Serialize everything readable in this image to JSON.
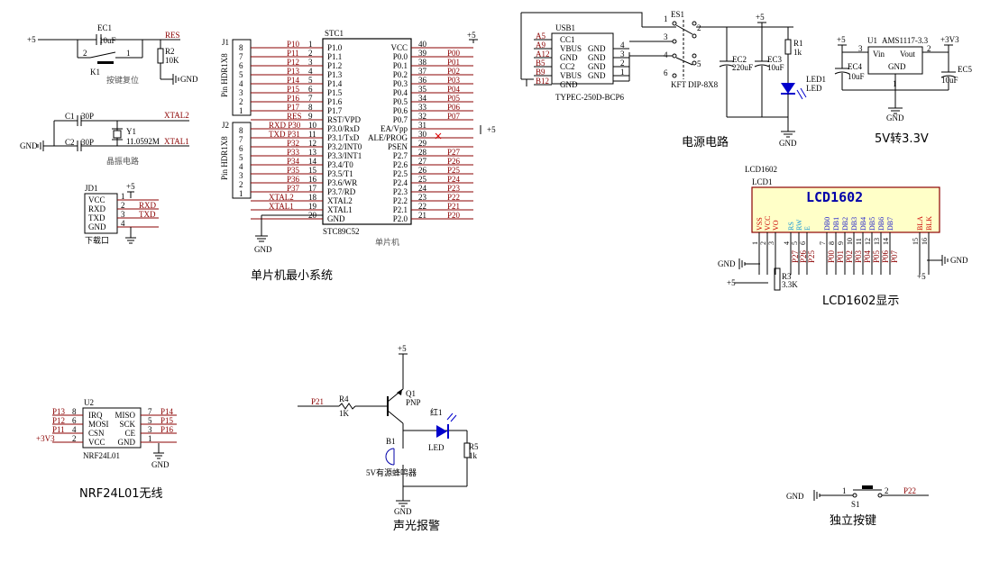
{
  "captions": {
    "reset": "按键复位",
    "crystal": "晶振电路",
    "mcu_min": "单片机最小系统",
    "mcu": "单片机",
    "power": "电源电路",
    "ldo": "5V转3.3V",
    "lcd": "LCD1602显示",
    "nrf": "NRF24L01无线",
    "alarm": "声光报警",
    "key": "独立按键",
    "download": "下载口"
  },
  "parts": {
    "ec1": "EC1",
    "ec1v": "10uF",
    "r2": "R2",
    "r2v": "10K",
    "k1": "K1",
    "res": "RES",
    "c1": "C1",
    "c1v": "30P",
    "c2": "C2",
    "c2v": "30P",
    "y1": "Y1",
    "y1v": "11.0592M",
    "xtal2": "XTAL2",
    "xtal1": "XTAL1",
    "jd1": "JD1",
    "j1": "J1",
    "j2": "J2",
    "hdr": "Pin HDR1X8",
    "stc1": "STC1",
    "stc_model": "STC89C52",
    "usb1": "USB1",
    "usb_model": "TYPEC-250D-BCP6",
    "es1": "ES1",
    "es_model": "KFT DIP-8X8",
    "ec2": "EC2",
    "ec2v": "220uF",
    "ec3": "EC3",
    "ec3v": "10uF",
    "r1": "R1",
    "r1v": "1k",
    "led1": "LED1",
    "led1v": "LED",
    "u1": "U1",
    "u1v": "AMS1117-3.3",
    "ec4": "EC4",
    "ec4v": "10uF",
    "ec5": "EC5",
    "ec5v": "10uF",
    "lcd_title": "LCD1602",
    "lcd_ref": "LCD1",
    "lcd_big": "LCD1602",
    "r3": "R3",
    "r3v": "3.3K",
    "u2": "U2",
    "u2_model": "NRF24L01",
    "q1": "Q1",
    "q1v": "PNP",
    "r4": "R4",
    "r4v": "1K",
    "p21": "P21",
    "b1": "B1",
    "b1v": "5V有源蜂鸣器",
    "red": "红1",
    "led": "LED",
    "r5": "R5",
    "r5v": "1k",
    "s1": "S1",
    "p22": "P22",
    "gnd": "GND",
    "vcc5": "+5",
    "v33": "+3V3"
  },
  "mcu_left": [
    {
      "pin": "1",
      "name": "P1.0",
      "net": "P10"
    },
    {
      "pin": "2",
      "name": "P1.1",
      "net": "P11"
    },
    {
      "pin": "3",
      "name": "P1.2",
      "net": "P12"
    },
    {
      "pin": "4",
      "name": "P1.3",
      "net": "P13"
    },
    {
      "pin": "5",
      "name": "P1.4",
      "net": "P14"
    },
    {
      "pin": "6",
      "name": "P1.5",
      "net": "P15"
    },
    {
      "pin": "7",
      "name": "P1.6",
      "net": "P16"
    },
    {
      "pin": "8",
      "name": "P1.7",
      "net": "P17"
    },
    {
      "pin": "9",
      "name": "RST/VPD",
      "net": "RES"
    },
    {
      "pin": "10",
      "name": "P3.0/RxD",
      "net": "RXD P30"
    },
    {
      "pin": "11",
      "name": "P3.1/TxD",
      "net": "TXD P31"
    },
    {
      "pin": "12",
      "name": "P3.2/INT0",
      "net": "P32"
    },
    {
      "pin": "13",
      "name": "P3.3/INT1",
      "net": "P33"
    },
    {
      "pin": "14",
      "name": "P3.4/T0",
      "net": "P34"
    },
    {
      "pin": "15",
      "name": "P3.5/T1",
      "net": "P35"
    },
    {
      "pin": "16",
      "name": "P3.6/WR",
      "net": "P36"
    },
    {
      "pin": "17",
      "name": "P3.7/RD",
      "net": "P37"
    },
    {
      "pin": "18",
      "name": "XTAL2",
      "net": "XTAL2"
    },
    {
      "pin": "19",
      "name": "XTAL1",
      "net": "XTAL1"
    },
    {
      "pin": "20",
      "name": "GND",
      "net": ""
    }
  ],
  "mcu_right": [
    {
      "pin": "40",
      "name": "VCC",
      "net": ""
    },
    {
      "pin": "39",
      "name": "P0.0",
      "net": "P00"
    },
    {
      "pin": "38",
      "name": "P0.1",
      "net": "P01"
    },
    {
      "pin": "37",
      "name": "P0.2",
      "net": "P02"
    },
    {
      "pin": "36",
      "name": "P0.3",
      "net": "P03"
    },
    {
      "pin": "35",
      "name": "P0.4",
      "net": "P04"
    },
    {
      "pin": "34",
      "name": "P0.5",
      "net": "P05"
    },
    {
      "pin": "33",
      "name": "P0.6",
      "net": "P06"
    },
    {
      "pin": "32",
      "name": "P0.7",
      "net": "P07"
    },
    {
      "pin": "31",
      "name": "EA/Vpp",
      "net": ""
    },
    {
      "pin": "30",
      "name": "ALE/PROG",
      "net": ""
    },
    {
      "pin": "29",
      "name": "PSEN",
      "net": ""
    },
    {
      "pin": "28",
      "name": "P2.7",
      "net": "P27"
    },
    {
      "pin": "27",
      "name": "P2.6",
      "net": "P26"
    },
    {
      "pin": "26",
      "name": "P2.5",
      "net": "P25"
    },
    {
      "pin": "25",
      "name": "P2.4",
      "net": "P24"
    },
    {
      "pin": "24",
      "name": "P2.3",
      "net": "P23"
    },
    {
      "pin": "23",
      "name": "P2.2",
      "net": "P22"
    },
    {
      "pin": "22",
      "name": "P2.1",
      "net": "P21"
    },
    {
      "pin": "21",
      "name": "P2.0",
      "net": "P20"
    }
  ],
  "j1_pins": [
    "8",
    "7",
    "6",
    "5",
    "4",
    "3",
    "2",
    "1"
  ],
  "j2_pins": [
    "8",
    "7",
    "6",
    "5",
    "4",
    "3",
    "2",
    "1"
  ],
  "jd1_pins": [
    {
      "pin": "1",
      "name": "VCC",
      "net": ""
    },
    {
      "pin": "2",
      "name": "RXD",
      "net": "RXD"
    },
    {
      "pin": "3",
      "name": "TXD",
      "net": "TXD"
    },
    {
      "pin": "4",
      "name": "GND",
      "net": ""
    }
  ],
  "usb_left": [
    {
      "name": "CC1",
      "pin": "A5"
    },
    {
      "name": "VBUS",
      "pin": "A9"
    },
    {
      "name": "GND",
      "pin": "A12"
    },
    {
      "name": "CC2",
      "pin": "B5"
    },
    {
      "name": "VBUS",
      "pin": "B9"
    },
    {
      "name": "GND",
      "pin": "B12"
    }
  ],
  "usb_right": [
    {
      "name": "GND",
      "pin": "4"
    },
    {
      "name": "GND",
      "pin": "3"
    },
    {
      "name": "GND",
      "pin": "2"
    },
    {
      "name": "GND",
      "pin": "1"
    }
  ],
  "es_pins": [
    "1",
    "2",
    "3",
    "4",
    "6",
    "5"
  ],
  "ldo_pins": {
    "vin": "Vin",
    "vout": "Vout",
    "gnd": "GND",
    "p3": "3",
    "p2": "2",
    "p1": "1"
  },
  "lcd_pins": [
    {
      "pin": "1",
      "name": "VSS",
      "net": "",
      "color": "#cc0000"
    },
    {
      "pin": "2",
      "name": "VCC",
      "net": "",
      "color": "#cc0000"
    },
    {
      "pin": "3",
      "name": "VO",
      "net": "",
      "color": "#cc0000"
    },
    {
      "pin": "4",
      "name": "RS",
      "net": "P27",
      "color": "#1a9ad6"
    },
    {
      "pin": "5",
      "name": "RW",
      "net": "P26",
      "color": "#1a9ad6"
    },
    {
      "pin": "6",
      "name": "E",
      "net": "P25",
      "color": "#1a9ad6"
    },
    {
      "pin": "7",
      "name": "DB0",
      "net": "P00",
      "color": "#1a1acc"
    },
    {
      "pin": "8",
      "name": "DB1",
      "net": "P01",
      "color": "#1a1acc"
    },
    {
      "pin": "9",
      "name": "DB2",
      "net": "P02",
      "color": "#1a1acc"
    },
    {
      "pin": "10",
      "name": "DB3",
      "net": "P03",
      "color": "#1a1acc"
    },
    {
      "pin": "11",
      "name": "DB4",
      "net": "P04",
      "color": "#1a1acc"
    },
    {
      "pin": "12",
      "name": "DB5",
      "net": "P05",
      "color": "#1a1acc"
    },
    {
      "pin": "13",
      "name": "DB6",
      "net": "P06",
      "color": "#1a1acc"
    },
    {
      "pin": "14",
      "name": "DB7",
      "net": "P07",
      "color": "#1a1acc"
    },
    {
      "pin": "15",
      "name": "BLA",
      "net": "",
      "color": "#cc0000"
    },
    {
      "pin": "16",
      "name": "BLK",
      "net": "",
      "color": "#cc0000"
    }
  ],
  "nrf_left": [
    {
      "net": "P13",
      "pin": "8",
      "name": "IRQ"
    },
    {
      "net": "P12",
      "pin": "6",
      "name": "MOSI"
    },
    {
      "net": "P11",
      "pin": "4",
      "name": "CSN"
    },
    {
      "net": "+3V3",
      "pin": "2",
      "name": "VCC"
    }
  ],
  "nrf_right": [
    {
      "name": "MISO",
      "pin": "7",
      "net": "P14"
    },
    {
      "name": "SCK",
      "pin": "5",
      "net": "P15"
    },
    {
      "name": "CE",
      "pin": "3",
      "net": "P16"
    },
    {
      "name": "GND",
      "pin": "1",
      "net": ""
    }
  ],
  "key_pins": {
    "p1": "1",
    "p2": "2"
  }
}
